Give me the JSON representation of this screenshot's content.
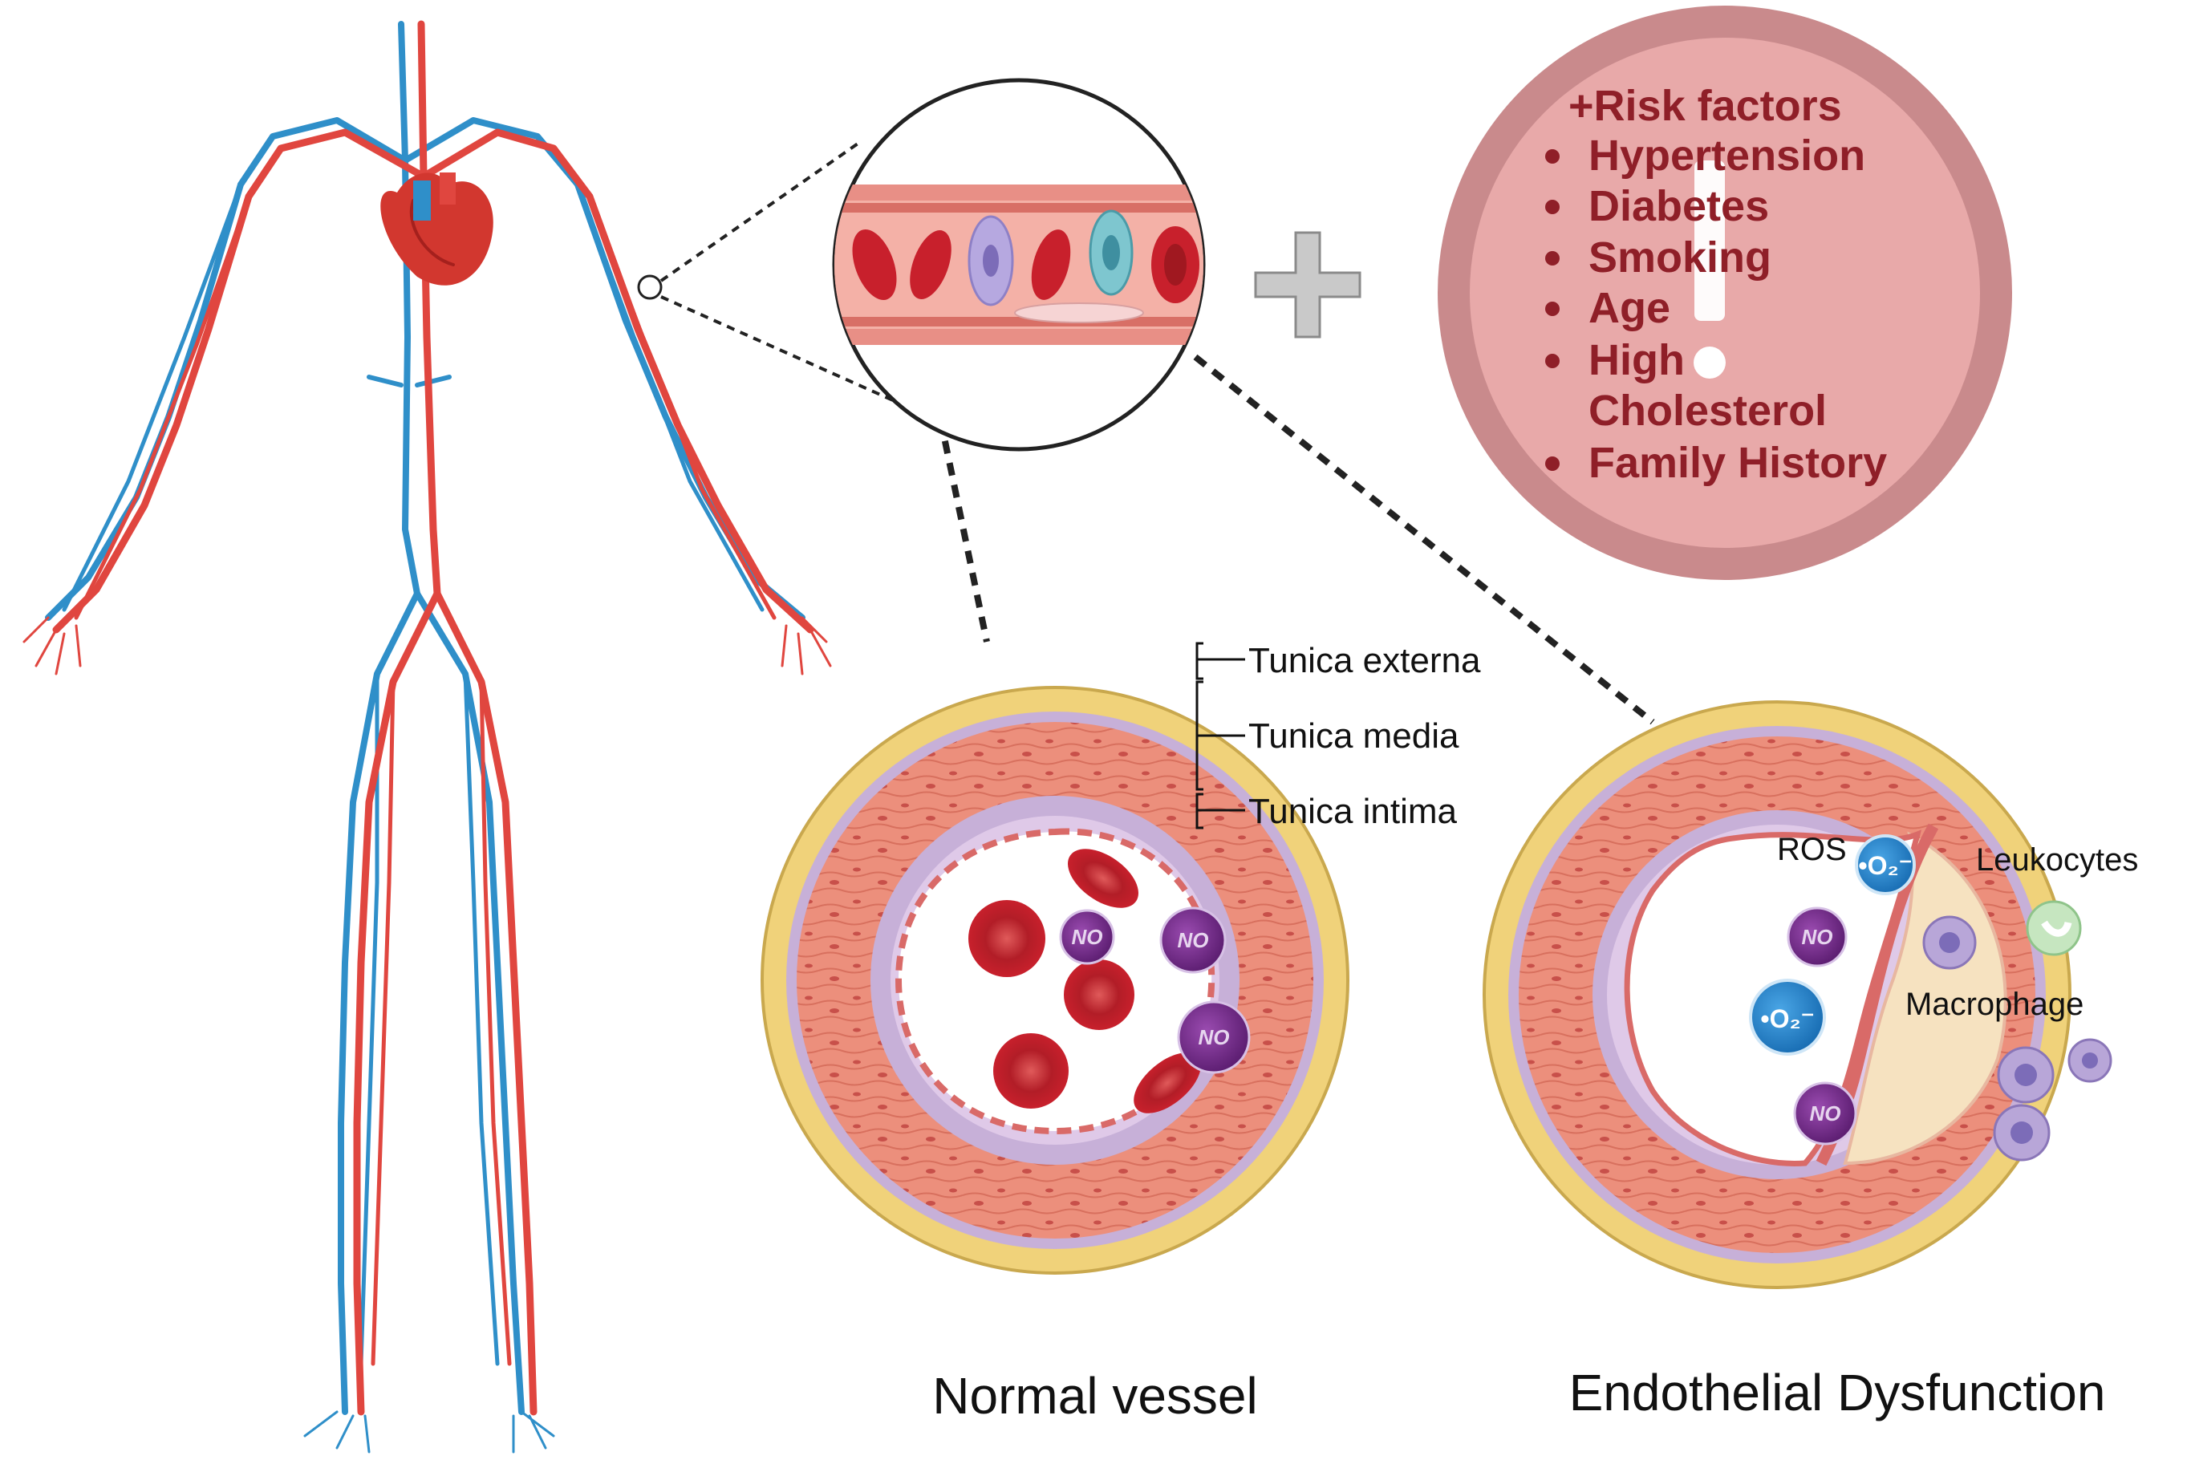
{
  "risk_box": {
    "title": "+Risk factors",
    "items": [
      "Hypertension",
      "Diabetes",
      "Smoking",
      "Age",
      "High",
      "Cholesterol",
      "Family History"
    ]
  },
  "layers": {
    "externa": "Tunica externa",
    "media": "Tunica media",
    "intima": "Tunica intima"
  },
  "labels": {
    "ros": "ROS",
    "leukocytes": "Leukocytes",
    "macrophage": "Macrophage",
    "no": "NO",
    "superoxide": "•O₂⁻"
  },
  "captions": {
    "normal": "Normal vessel",
    "dysfunction": "Endothelial Dysfunction"
  },
  "colors": {
    "artery": "#e0463f",
    "vein": "#2f8fc9",
    "adventitia": "#f0d27a",
    "media": "#ec8f7c",
    "intima": "#c7b0d8",
    "rbc": "#c8202c",
    "no_molecule": "#7a2e8f",
    "ros": "#2a86cf",
    "risk_ring": "#c98a8c",
    "risk_fill": "#e8a9a9",
    "risk_text": "#8f1f28"
  }
}
